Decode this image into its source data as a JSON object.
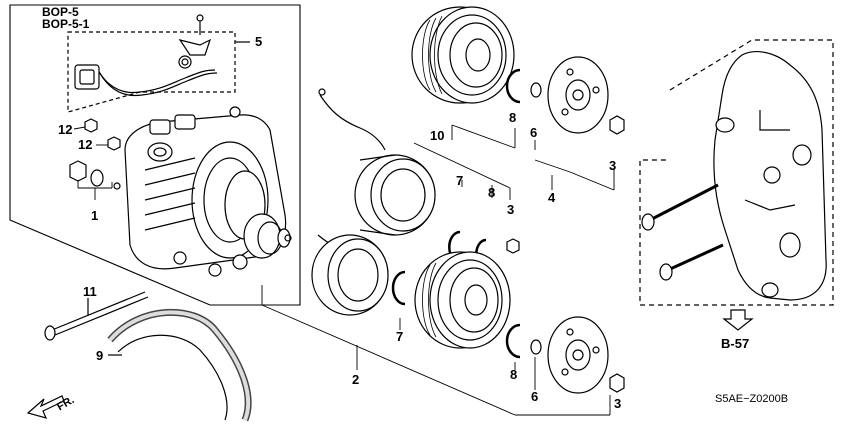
{
  "diagram": {
    "references": {
      "bop5": "BOP-5",
      "bop51": "BOP-5-1",
      "b57": "B-57",
      "fr": "FR."
    },
    "drawing_code": "S5AE−Z0200B",
    "callouts": {
      "c5": "5",
      "c12a": "12",
      "c12b": "12",
      "c1": "1",
      "c11": "11",
      "c9": "9",
      "c10": "10",
      "c7a": "7",
      "c8a": "8",
      "c3a": "3",
      "c8b": "8",
      "c6a": "6",
      "c3b": "3",
      "c4": "4",
      "c7b": "7",
      "c2": "2",
      "c8c": "8",
      "c6b": "6",
      "c3c": "3"
    }
  }
}
